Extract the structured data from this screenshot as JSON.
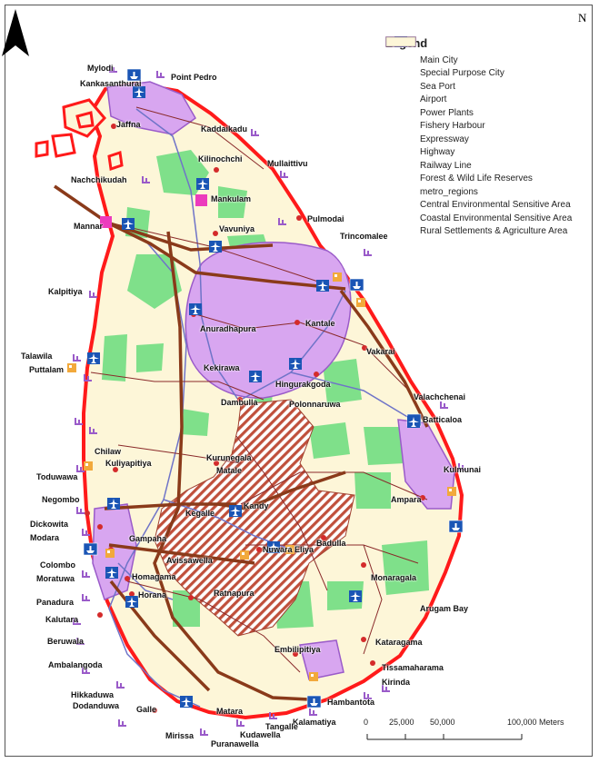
{
  "north_label": "N",
  "legend": {
    "title": "Legend",
    "items": [
      {
        "label": "Main City",
        "symbol": "dot",
        "color": "#d42b2b"
      },
      {
        "label": "Special Purpose City",
        "symbol": "square",
        "color": "#ec3bbd"
      },
      {
        "label": "Sea Port",
        "symbol": "seaport",
        "color": "#1a55b5"
      },
      {
        "label": "Airport",
        "symbol": "airport",
        "color": "#1a55b5"
      },
      {
        "label": "Power Plants",
        "symbol": "power",
        "color": "#f2a93b"
      },
      {
        "label": "Fishery Harbour",
        "symbol": "fishery",
        "color": "#9a5bc9"
      },
      {
        "label": "Expressway",
        "symbol": "expressway",
        "color": "#8a3a1a"
      },
      {
        "label": "Highway",
        "symbol": "highway",
        "color": "#8a2a2a"
      },
      {
        "label": "Railway Line",
        "symbol": "railway",
        "color": "#6f74c8"
      },
      {
        "label": "Forest & Wild Life Reserves",
        "symbol": "fill",
        "color": "#7fe08a"
      },
      {
        "label": "metro_regions",
        "symbol": "metro",
        "color": "#d8a6f0"
      },
      {
        "label": "Central Environmental Sensitive Area",
        "symbol": "hatch",
        "color": "#b04030"
      },
      {
        "label": "Coastal Environmental Sensitive Area",
        "symbol": "fill",
        "color": "#ff1a1a"
      },
      {
        "label": "Rural Settlements & Agriculture Area",
        "symbol": "fill",
        "color": "#fdf6d8"
      }
    ]
  },
  "places": [
    {
      "name": "Mylodi"
    },
    {
      "name": "Point Pedro"
    },
    {
      "name": "Kankasanthurai"
    },
    {
      "name": "Jaffna"
    },
    {
      "name": "Kaddaikadu"
    },
    {
      "name": "Kilinochchi"
    },
    {
      "name": "Mullaittivu"
    },
    {
      "name": "Nachchikudah"
    },
    {
      "name": "Mankulam"
    },
    {
      "name": "Pulmodai"
    },
    {
      "name": "Mannar"
    },
    {
      "name": "Vavuniya"
    },
    {
      "name": "Trincomalee"
    },
    {
      "name": "Kalpitiya"
    },
    {
      "name": "Anuradhapura"
    },
    {
      "name": "Kantale"
    },
    {
      "name": "Talawila"
    },
    {
      "name": "Vakarai"
    },
    {
      "name": "Puttalam"
    },
    {
      "name": "Kekirawa"
    },
    {
      "name": "Hingurakgoda"
    },
    {
      "name": "Dambulla"
    },
    {
      "name": "Polonnaruwa"
    },
    {
      "name": "Valachchenai"
    },
    {
      "name": "Batticaloa"
    },
    {
      "name": "Chilaw"
    },
    {
      "name": "Kuliyapitiya"
    },
    {
      "name": "Kurunegala"
    },
    {
      "name": "Matale"
    },
    {
      "name": "Kulmunai"
    },
    {
      "name": "Toduwawa"
    },
    {
      "name": "Negombo"
    },
    {
      "name": "Ampara"
    },
    {
      "name": "Kandy"
    },
    {
      "name": "Kegalle"
    },
    {
      "name": "Dickowita"
    },
    {
      "name": "Modara"
    },
    {
      "name": "Gampaha"
    },
    {
      "name": "Avissawella"
    },
    {
      "name": "Nuwara Eliya"
    },
    {
      "name": "Badulla"
    },
    {
      "name": "Colombo"
    },
    {
      "name": "Homagama"
    },
    {
      "name": "Moratuwa"
    },
    {
      "name": "Horana"
    },
    {
      "name": "Monaragala"
    },
    {
      "name": "Arugam Bay"
    },
    {
      "name": "Panadura"
    },
    {
      "name": "Ratnapura"
    },
    {
      "name": "Kalutara"
    },
    {
      "name": "Beruwala"
    },
    {
      "name": "Embilipitiya"
    },
    {
      "name": "Kataragama"
    },
    {
      "name": "Ambalangoda"
    },
    {
      "name": "Tissamaharama"
    },
    {
      "name": "Kirinda"
    },
    {
      "name": "Hikkaduwa"
    },
    {
      "name": "Dodanduwa"
    },
    {
      "name": "Hambantota"
    },
    {
      "name": "Galle"
    },
    {
      "name": "Kalamatiya"
    },
    {
      "name": "Matara"
    },
    {
      "name": "Tangalle"
    },
    {
      "name": "Mirissa"
    },
    {
      "name": "Kudawella"
    },
    {
      "name": "Puranawella"
    }
  ],
  "scale_bar": {
    "ticks": [
      "0",
      "25,000",
      "50,000",
      "100,000 Meters"
    ]
  }
}
